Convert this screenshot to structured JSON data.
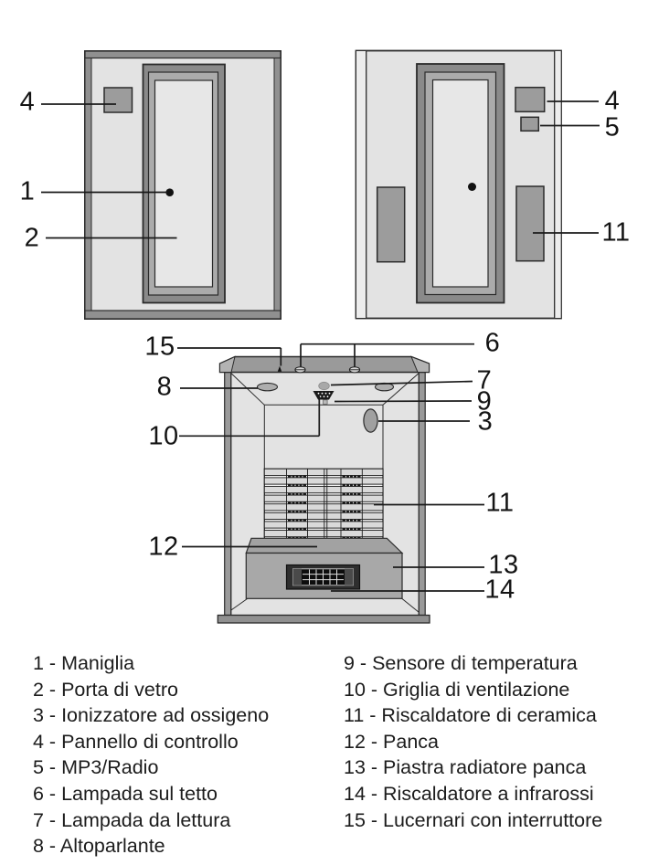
{
  "colors": {
    "background": "#ffffff",
    "cabin_fill": "#e3e3e3",
    "frame_gray": "#909090",
    "component_gray": "#9c9c9c",
    "glass_fill": "#e7e7e7",
    "line_black": "#1a1a1a"
  },
  "views": {
    "front_view": {
      "callouts": [
        "4",
        "1",
        "2"
      ]
    },
    "back_view": {
      "callouts": [
        "4",
        "5",
        "11"
      ]
    },
    "interior_view": {
      "callouts": [
        "15",
        "6",
        "8",
        "7",
        "9",
        "3",
        "10",
        "11",
        "12",
        "13",
        "14"
      ]
    }
  },
  "legend": {
    "left": [
      "1 - Maniglia",
      "2 - Porta di vetro",
      "3 - Ionizzatore ad ossigeno",
      "4 - Pannello di controllo",
      "5 - MP3/Radio",
      "6 - Lampada sul tetto",
      "7 - Lampada da lettura",
      "8 - Altoparlante"
    ],
    "right": [
      "9 - Sensore di temperatura",
      "10 - Griglia di ventilazione",
      "11 - Riscaldatore di ceramica",
      "12 - Panca",
      "13 - Piastra radiatore panca",
      "14 - Riscaldatore a infrarossi",
      "15 - Lucernari con interruttore"
    ]
  }
}
